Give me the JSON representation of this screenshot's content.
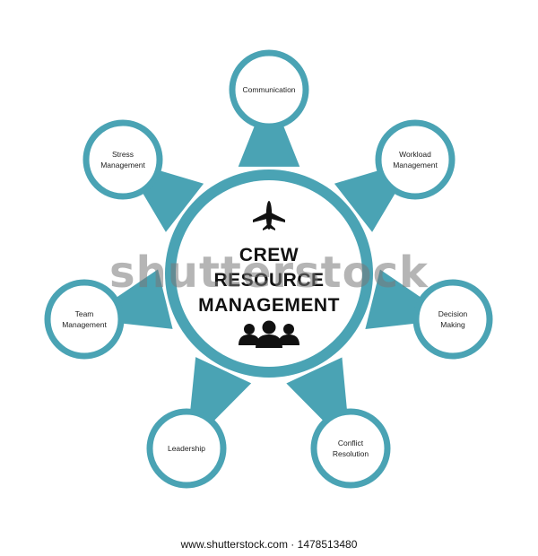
{
  "diagram": {
    "center_title_lines": [
      "CREW",
      "RESOURCE",
      "MANAGEMENT"
    ],
    "nodes": [
      {
        "id": "communication",
        "lines": [
          "Communication"
        ]
      },
      {
        "id": "workload-management",
        "lines": [
          "Workload",
          "Management"
        ]
      },
      {
        "id": "decision-making",
        "lines": [
          "Decision",
          "Making"
        ]
      },
      {
        "id": "conflict-resolution",
        "lines": [
          "Conflict",
          "Resolution"
        ]
      },
      {
        "id": "leadership",
        "lines": [
          "Leadership"
        ]
      },
      {
        "id": "team-management",
        "lines": [
          "Team",
          "Management"
        ]
      },
      {
        "id": "stress-management",
        "lines": [
          "Stress",
          "Management"
        ]
      }
    ],
    "icons": [
      "airplane-icon",
      "people-group-icon"
    ]
  },
  "colors": {
    "accent": "#4aa3b4",
    "text": "#222222",
    "background": "#ffffff"
  },
  "watermark": "shutterstock",
  "footer": "www.shutterstock.com · 1478513480"
}
